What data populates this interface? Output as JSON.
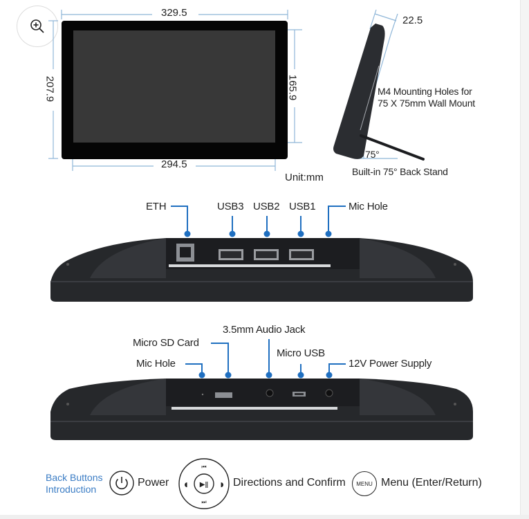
{
  "toolbar": {
    "zoom_icon": "zoom-in-icon"
  },
  "front_view": {
    "outer_width": "329.5",
    "outer_height": "207.9",
    "screen_width": "294.5",
    "screen_height": "165.9",
    "unit": "Unit:mm"
  },
  "side_view": {
    "depth": "22.5",
    "mounting_note_line1": "M4 Mounting Holes for",
    "mounting_note_line2": "75 X 75mm Wall Mount",
    "angle": "75°",
    "stand_note": "Built-in 75° Back Stand"
  },
  "top_ports": {
    "labels": [
      "ETH",
      "USB3",
      "USB2",
      "USB1",
      "Mic Hole"
    ]
  },
  "bottom_ports": {
    "labels": [
      "Mic Hole",
      "Micro SD Card",
      "3.5mm Audio Jack",
      "Micro USB",
      "12V Power Supply"
    ]
  },
  "back_buttons": {
    "title_line1": "Back Buttons",
    "title_line2": "Introduction",
    "items": [
      {
        "icon": "power-icon",
        "label": "Power"
      },
      {
        "icon": "dpad-icon",
        "label": "Directions and Confirm"
      },
      {
        "icon": "menu-icon",
        "icon_text": "MENU",
        "label": "Menu (Enter/Return)"
      }
    ]
  },
  "colors": {
    "dimension_line": "#8fb6d8",
    "callout_line": "#1f6fc0",
    "device_body": "#2a2c30",
    "screen": "#383838",
    "accent_text": "#3a7cc4"
  }
}
